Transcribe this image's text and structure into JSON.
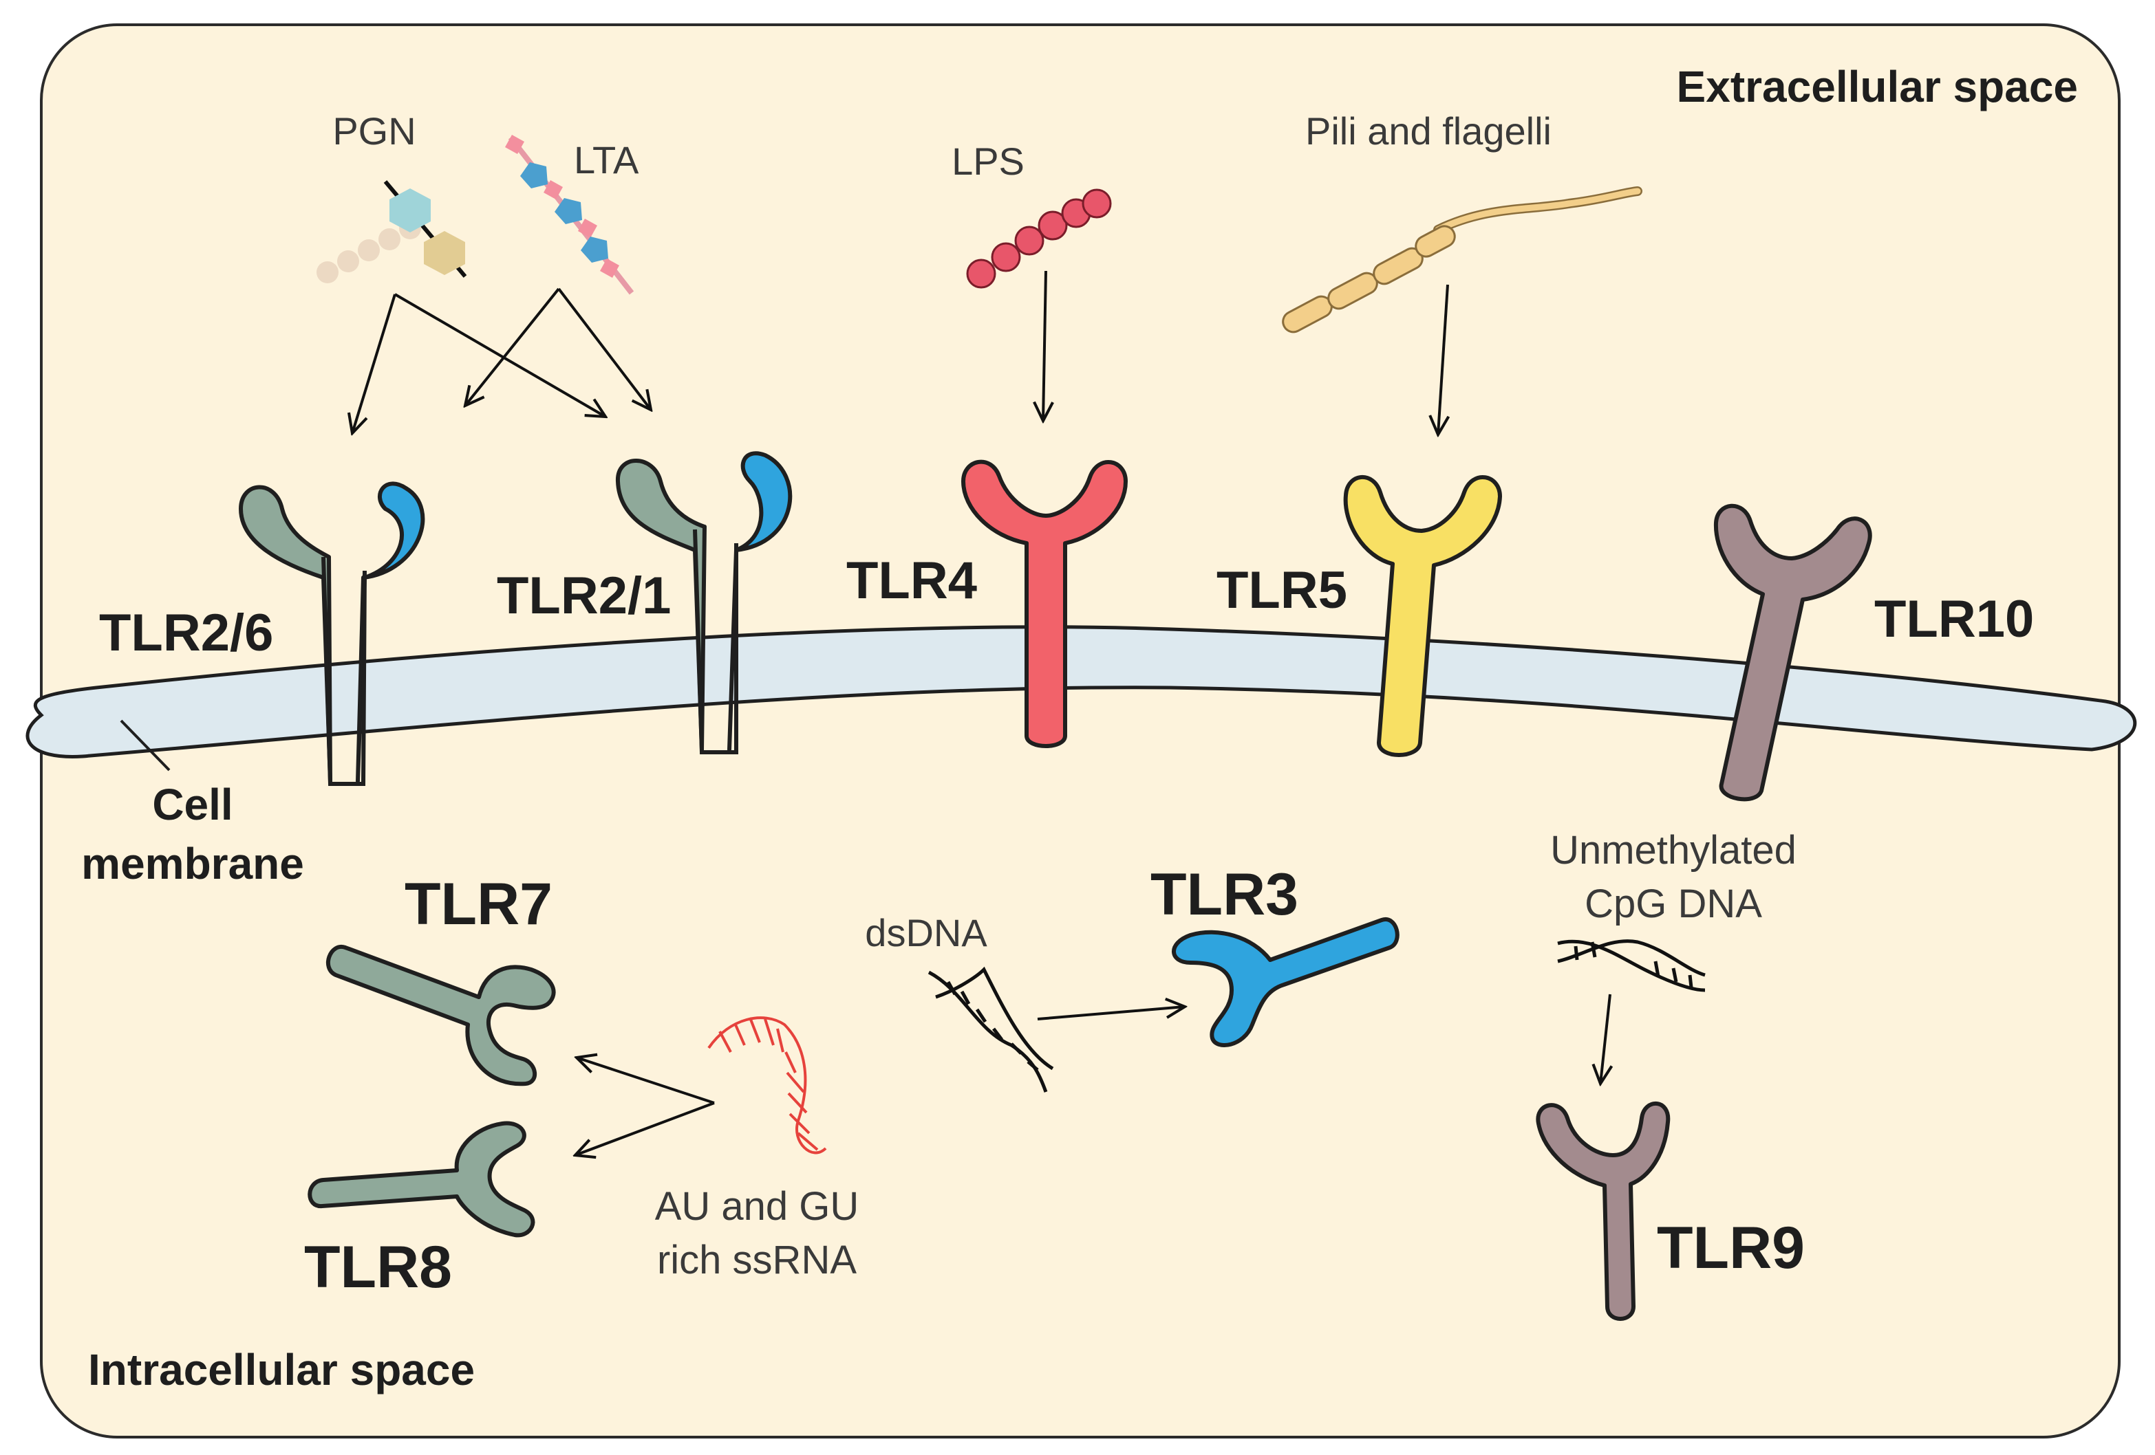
{
  "regions": {
    "extracellular": "Extracellular space",
    "intracellular": "Intracellular space",
    "membrane_line1": "Cell",
    "membrane_line2": "membrane"
  },
  "receptors": {
    "tlr2_6": "TLR2/6",
    "tlr2_1": "TLR2/1",
    "tlr4": "TLR4",
    "tlr5": "TLR5",
    "tlr10": "TLR10",
    "tlr7": "TLR7",
    "tlr8": "TLR8",
    "tlr3": "TLR3",
    "tlr9": "TLR9"
  },
  "ligands": {
    "pgn": "PGN",
    "lta": "LTA",
    "lps": "LPS",
    "pili": "Pili and flagelli",
    "dsdna": "dsDNA",
    "ssrna_line1": "AU and GU",
    "ssrna_line2": "rich ssRNA",
    "cpg_line1": "Unmethylated",
    "cpg_line2": "CpG DNA"
  },
  "colors": {
    "background": "#fdf3dc",
    "membrane": "#dde9ef",
    "tlr_grey_green": "#8fa99a",
    "tlr_blue": "#2fa4de",
    "tlr4_red": "#f2626a",
    "tlr5_yellow": "#f8e064",
    "tlr_mauve": "#a38b8e",
    "lps_bead": "#e8566a",
    "pili": "#f3cf8a",
    "ssrna": "#e6423c"
  }
}
